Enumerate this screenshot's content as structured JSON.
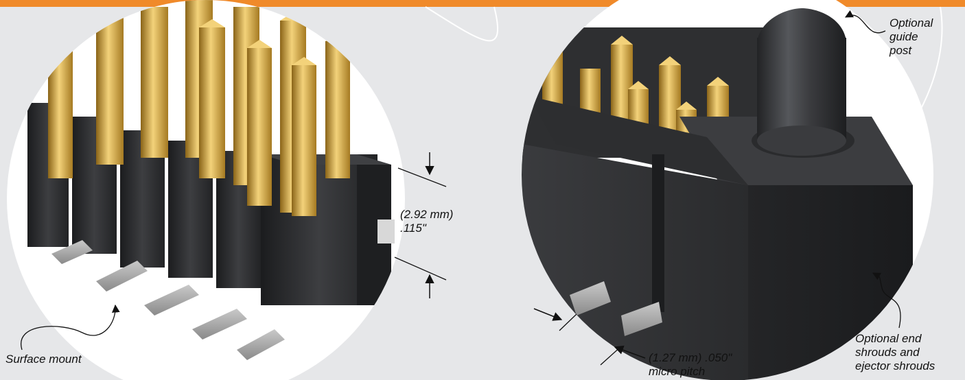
{
  "colors": {
    "top_bar": "#f08a2a",
    "background": "#e6e7e9",
    "circle": "#ffffff",
    "housing": "#2b2c2e",
    "gold_pin": "#c99a2e",
    "tail": "#9a9a9a"
  },
  "callouts": {
    "height_mm": "(2.92 mm)",
    "height_in": ".115\"",
    "surface_mount": "Surface mount",
    "guide_post": [
      "Optional",
      "guide",
      "post"
    ],
    "pitch_mm": "(1.27 mm) .050\"",
    "pitch_label": "micro pitch",
    "end_shrouds": [
      "Optional end",
      "shrouds and",
      "ejector shrouds"
    ]
  }
}
